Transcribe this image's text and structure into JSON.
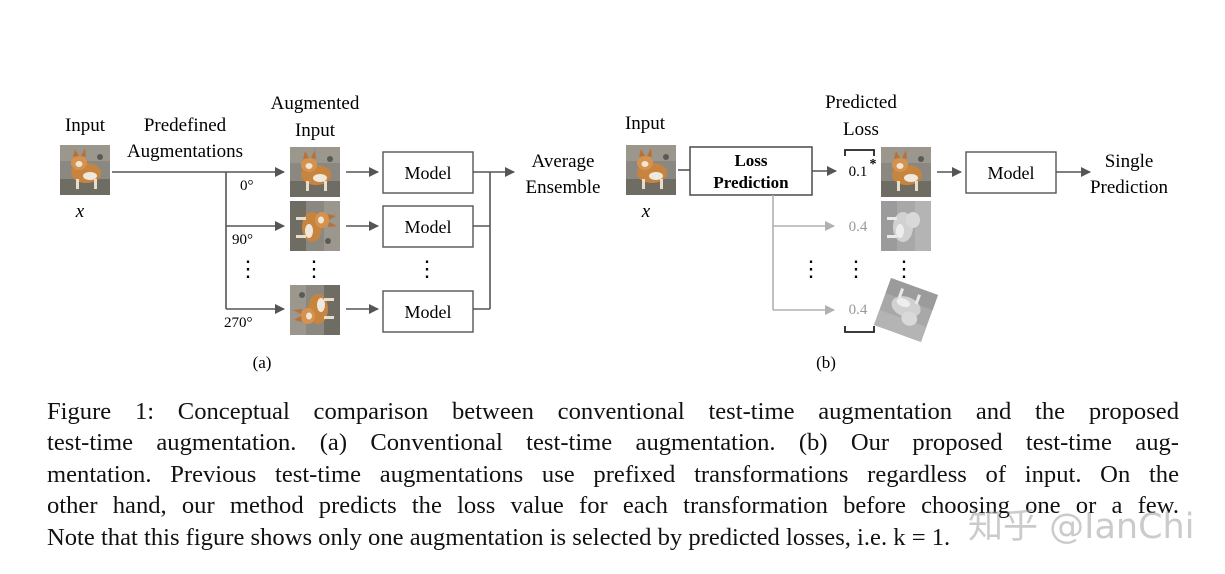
{
  "panel_a": {
    "input_label": "Input",
    "input_var": "x",
    "predefined_line1": "Predefined",
    "predefined_line2": "Augmentations",
    "augmented_line1": "Augmented",
    "augmented_line2": "Input",
    "angle_0": "0°",
    "angle_90": "90°",
    "angle_270": "270°",
    "model_label": "Model",
    "average_line1": "Average",
    "average_line2": "Ensemble",
    "dots": "⋮",
    "tag": "(a)"
  },
  "panel_b": {
    "input_label": "Input",
    "input_var": "x",
    "loss_line1": "Loss",
    "loss_line2": "Prediction",
    "predicted_line1": "Predicted",
    "predicted_line2": "Loss",
    "loss_values": [
      "0.1",
      "0.4",
      "0.4"
    ],
    "selected_mark": "*",
    "model_label": "Model",
    "single_line1": "Single",
    "single_line2": "Prediction",
    "dots": "⋮",
    "tag": "(b)"
  },
  "caption": {
    "lines": [
      "Figure 1: Conceptual comparison between conventional test-time augmentation and the proposed",
      "test-time augmentation. (a) Conventional test-time augmentation. (b) Our proposed test-time aug-",
      "mentation. Previous test-time augmentations use prefixed transformations regardless of input. On the",
      "other hand, our method predicts the loss value for each transformation before choosing one or a few.",
      "Note that this figure shows only one augmentation is selected by predicted losses, i.e. k = 1."
    ]
  },
  "watermark": "知乎 @IanChi",
  "colors": {
    "line": "#555555",
    "faded": "#aaaaaa",
    "text": "#111111"
  }
}
